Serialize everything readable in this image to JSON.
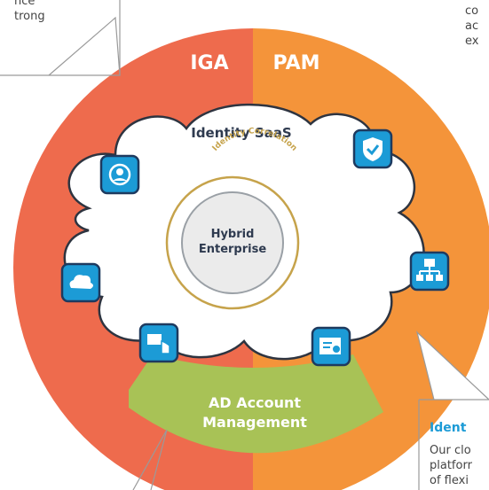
{
  "ring": {
    "left_label": "IGA",
    "right_label": "PAM",
    "left_color": "#ee6b4d",
    "right_color": "#f4943a",
    "bottom_color": "#a8c256"
  },
  "cloud": {
    "title": "Identity SaaS",
    "arc_label": "Identity Correlation",
    "center_line1": "Hybrid",
    "center_line2": "Enterprise"
  },
  "bottom_segment": {
    "line1": "AD Account",
    "line2": "Management"
  },
  "icons": [
    {
      "name": "sync-user-icon"
    },
    {
      "name": "shield-check-icon"
    },
    {
      "name": "cloud-sync-icon"
    },
    {
      "name": "network-hierarchy-icon"
    },
    {
      "name": "touch-screen-icon"
    },
    {
      "name": "certificate-icon"
    }
  ],
  "icon_color": "#1c9bd6",
  "callouts": {
    "top_left_line1": "nce",
    "top_left_line2": "trong",
    "top_right_line1": "co",
    "top_right_line2": "ac",
    "top_right_line3": "ex",
    "bottom_right_heading": "Ident",
    "bottom_right_line1": "Our clo",
    "bottom_right_line2": "platforr",
    "bottom_right_line3": "of flexi"
  }
}
